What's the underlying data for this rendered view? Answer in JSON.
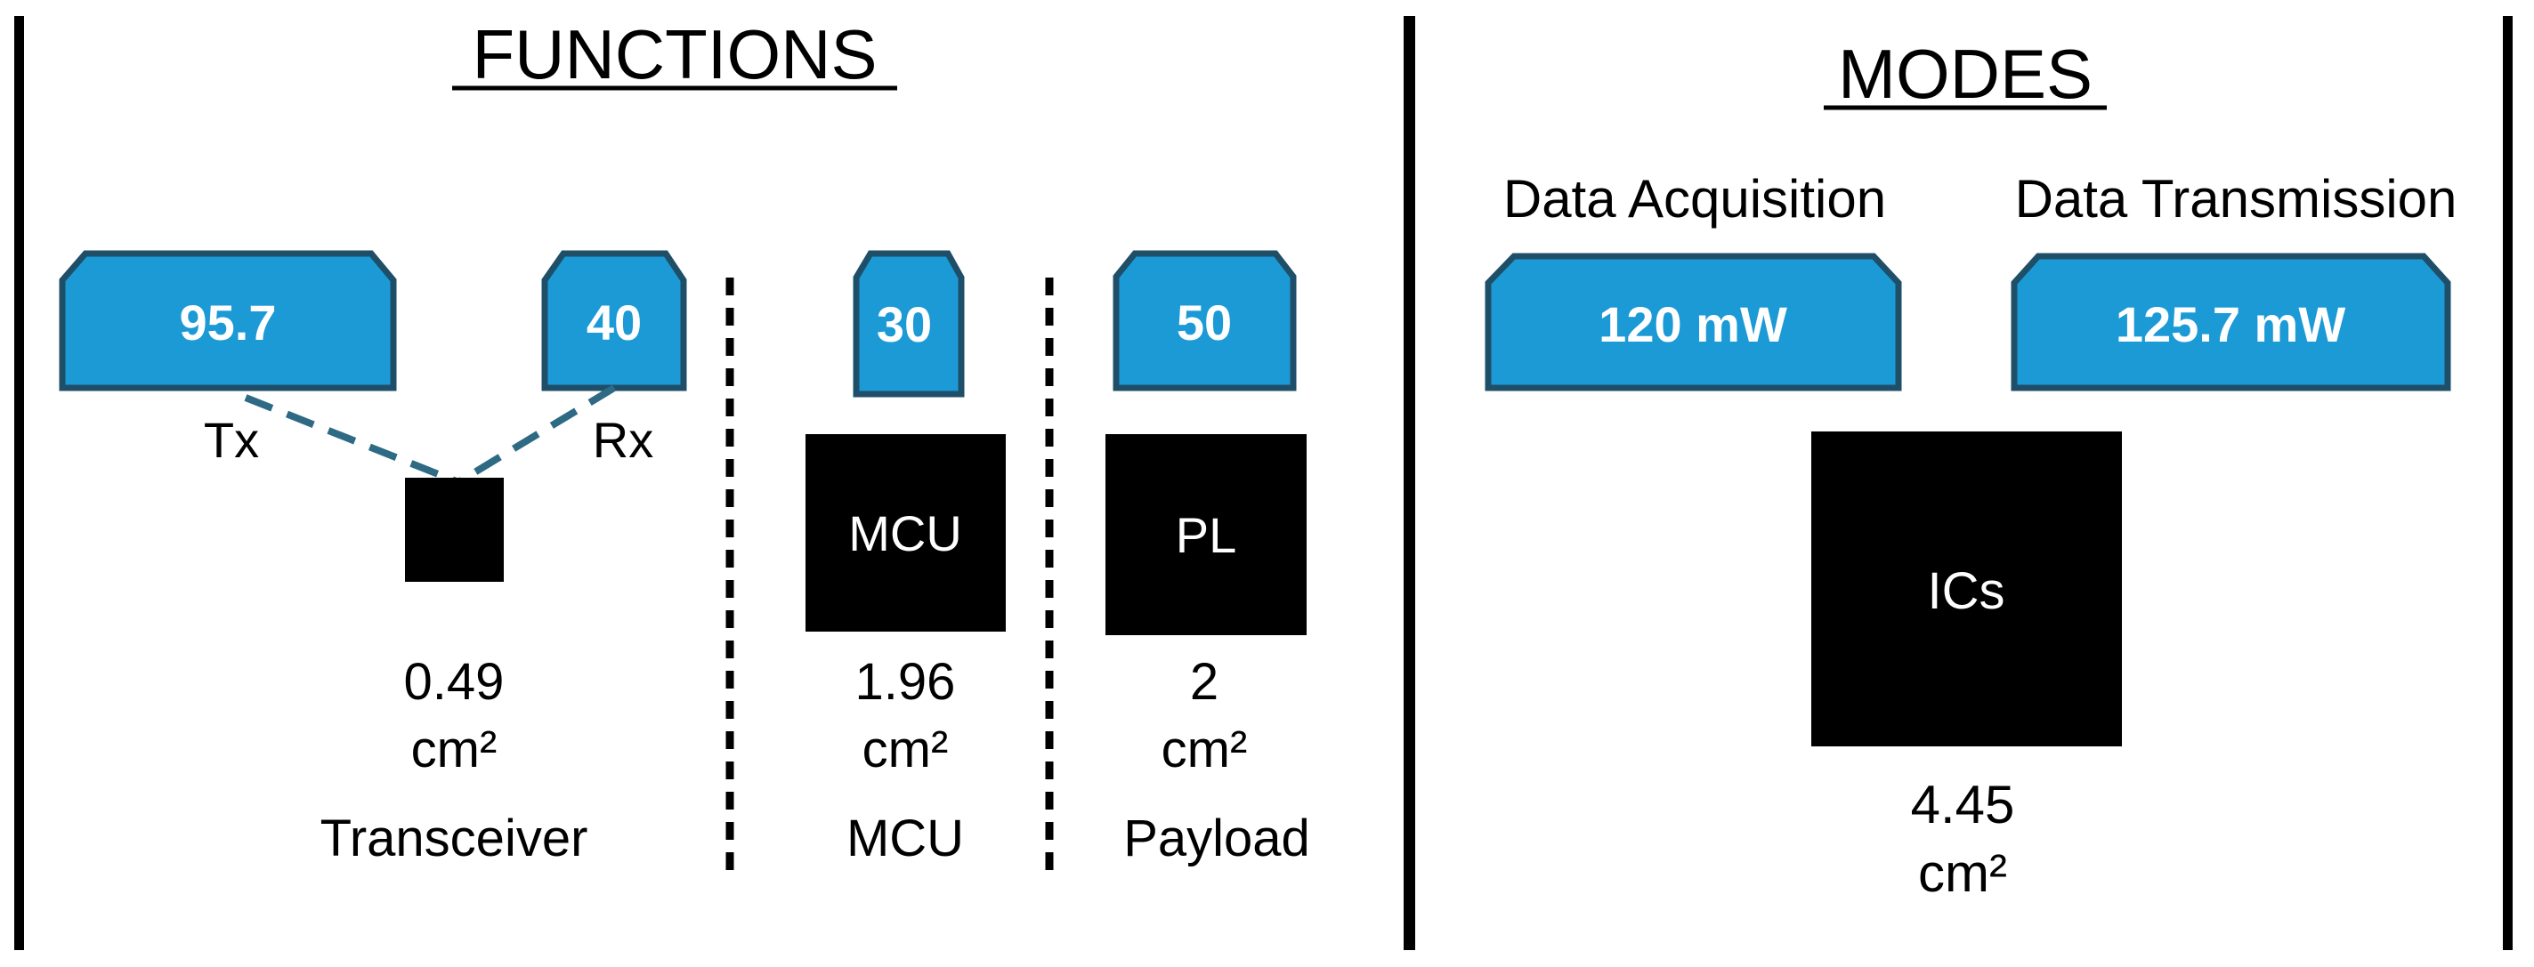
{
  "functions": {
    "heading": "FUNCTIONS",
    "transceiver": {
      "tx_power": "95.7",
      "rx_power": "40",
      "tx_label": "Tx",
      "rx_label": "Rx",
      "area_value": "0.49",
      "area_unit": "cm²",
      "name": "Transceiver"
    },
    "mcu": {
      "power": "30",
      "chip_label": "MCU",
      "area_value": "1.96",
      "area_unit": "cm²",
      "name": "MCU"
    },
    "payload": {
      "power": "50",
      "chip_label": "PL",
      "area_value": "2",
      "area_unit": "cm²",
      "name": "Payload"
    }
  },
  "modes": {
    "heading": "MODES",
    "acquisition": {
      "label": "Data Acquisition",
      "power": "120 mW"
    },
    "transmission": {
      "label": "Data Transmission",
      "power": "125.7 mW"
    },
    "ics": {
      "chip_label": "ICs",
      "area_value": "4.45",
      "area_unit": "cm²"
    }
  },
  "colors": {
    "tab_fill": "#1b9ad6",
    "tab_stroke": "#1f4f68",
    "dashed_line": "#2e6a84",
    "chip_fill": "#000000"
  }
}
